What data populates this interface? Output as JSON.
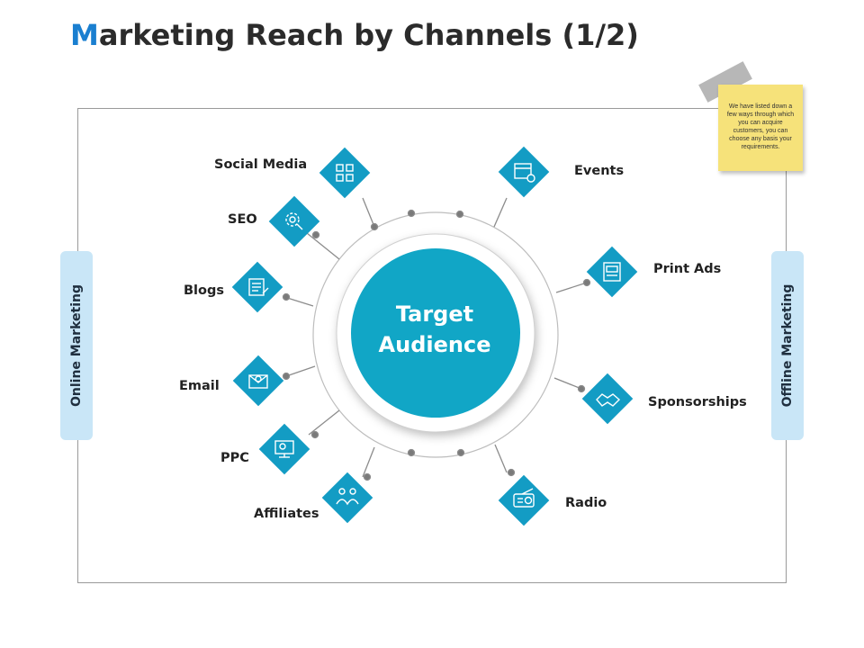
{
  "title": {
    "accent": "M",
    "rest": "arketing Reach by Channels (1/2)"
  },
  "left_tab": "Online Marketing",
  "right_tab": "Offline Marketing",
  "note": "We have listed down a few ways through which you can acquire customers, you can choose any basis your requirements.",
  "center": {
    "line1": "Target",
    "line2": "Audience"
  },
  "colors": {
    "accent": "#1a7fd0",
    "diamond": "#139cc4",
    "center": "#11a6c6",
    "tab": "#c9e6f7",
    "note": "#f6e27a"
  },
  "channels": [
    {
      "label": "Social Media",
      "icon": "social-media-icon"
    },
    {
      "label": "SEO",
      "icon": "seo-gear-icon"
    },
    {
      "label": "Blogs",
      "icon": "blog-icon"
    },
    {
      "label": "Email",
      "icon": "email-icon"
    },
    {
      "label": "PPC",
      "icon": "ppc-icon"
    },
    {
      "label": "Affiliates",
      "icon": "affiliates-icon"
    },
    {
      "label": "Events",
      "icon": "calendar-icon"
    },
    {
      "label": "Print Ads",
      "icon": "print-ads-icon"
    },
    {
      "label": "Sponsorships",
      "icon": "handshake-icon"
    },
    {
      "label": "Radio",
      "icon": "radio-icon"
    }
  ]
}
